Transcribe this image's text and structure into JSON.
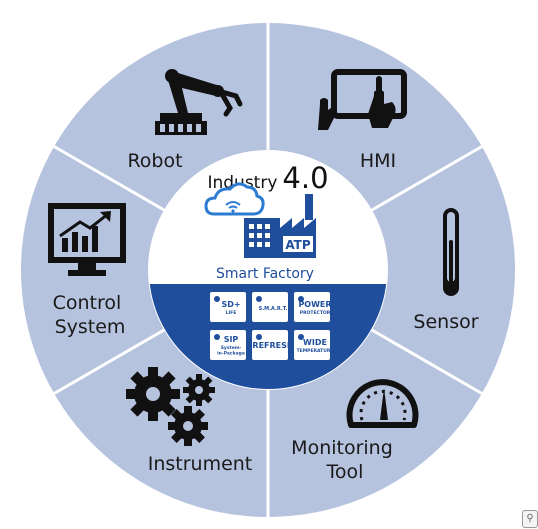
{
  "segments": [
    {
      "name": "robot",
      "label_lines": [
        "Robot"
      ],
      "icon": "robot-arm-icon"
    },
    {
      "name": "hmi",
      "label_lines": [
        "HMI"
      ],
      "icon": "touchscreen-hands-icon"
    },
    {
      "name": "sensor",
      "label_lines": [
        "Sensor"
      ],
      "icon": "thermometer-icon"
    },
    {
      "name": "monitoring-tool",
      "label_lines": [
        "Monitoring",
        "Tool"
      ],
      "icon": "gauge-icon"
    },
    {
      "name": "instrument",
      "label_lines": [
        "Instrument"
      ],
      "icon": "gears-icon"
    },
    {
      "name": "control-system",
      "label_lines": [
        "Control",
        "System"
      ],
      "icon": "monitor-chart-icon"
    }
  ],
  "center": {
    "title_prefix": "Industry",
    "title_version": "4.0",
    "factory_badge": "ATP",
    "caption": "Smart Factory",
    "features": [
      {
        "name": "sd-life",
        "lines": [
          "SD+",
          "LIFE"
        ],
        "icon": "sd-card-icon"
      },
      {
        "name": "smart",
        "lines": [
          "S.M.A.R.T."
        ],
        "icon": "magnifier-icon"
      },
      {
        "name": "power-protector",
        "lines": [
          "POWER",
          "PROTECTOR"
        ],
        "icon": "power-icon"
      },
      {
        "name": "sip",
        "lines": [
          "SIP",
          "System-",
          "in-Package"
        ],
        "icon": "chip-icon"
      },
      {
        "name": "refresh",
        "lines": [
          "REFRESH"
        ],
        "icon": "refresh-icon"
      },
      {
        "name": "wide-temperature",
        "lines": [
          "WIDE",
          "TEMPERATURE"
        ],
        "icon": "snowflake-sun-icon"
      }
    ]
  },
  "colors": {
    "segment_fill": "#b6c3df",
    "divider": "#ffffff",
    "center_fill": "#ffffff",
    "band_fill": "#1f4e9c",
    "cloud": "#2d7bd3",
    "icon": "#111111"
  }
}
